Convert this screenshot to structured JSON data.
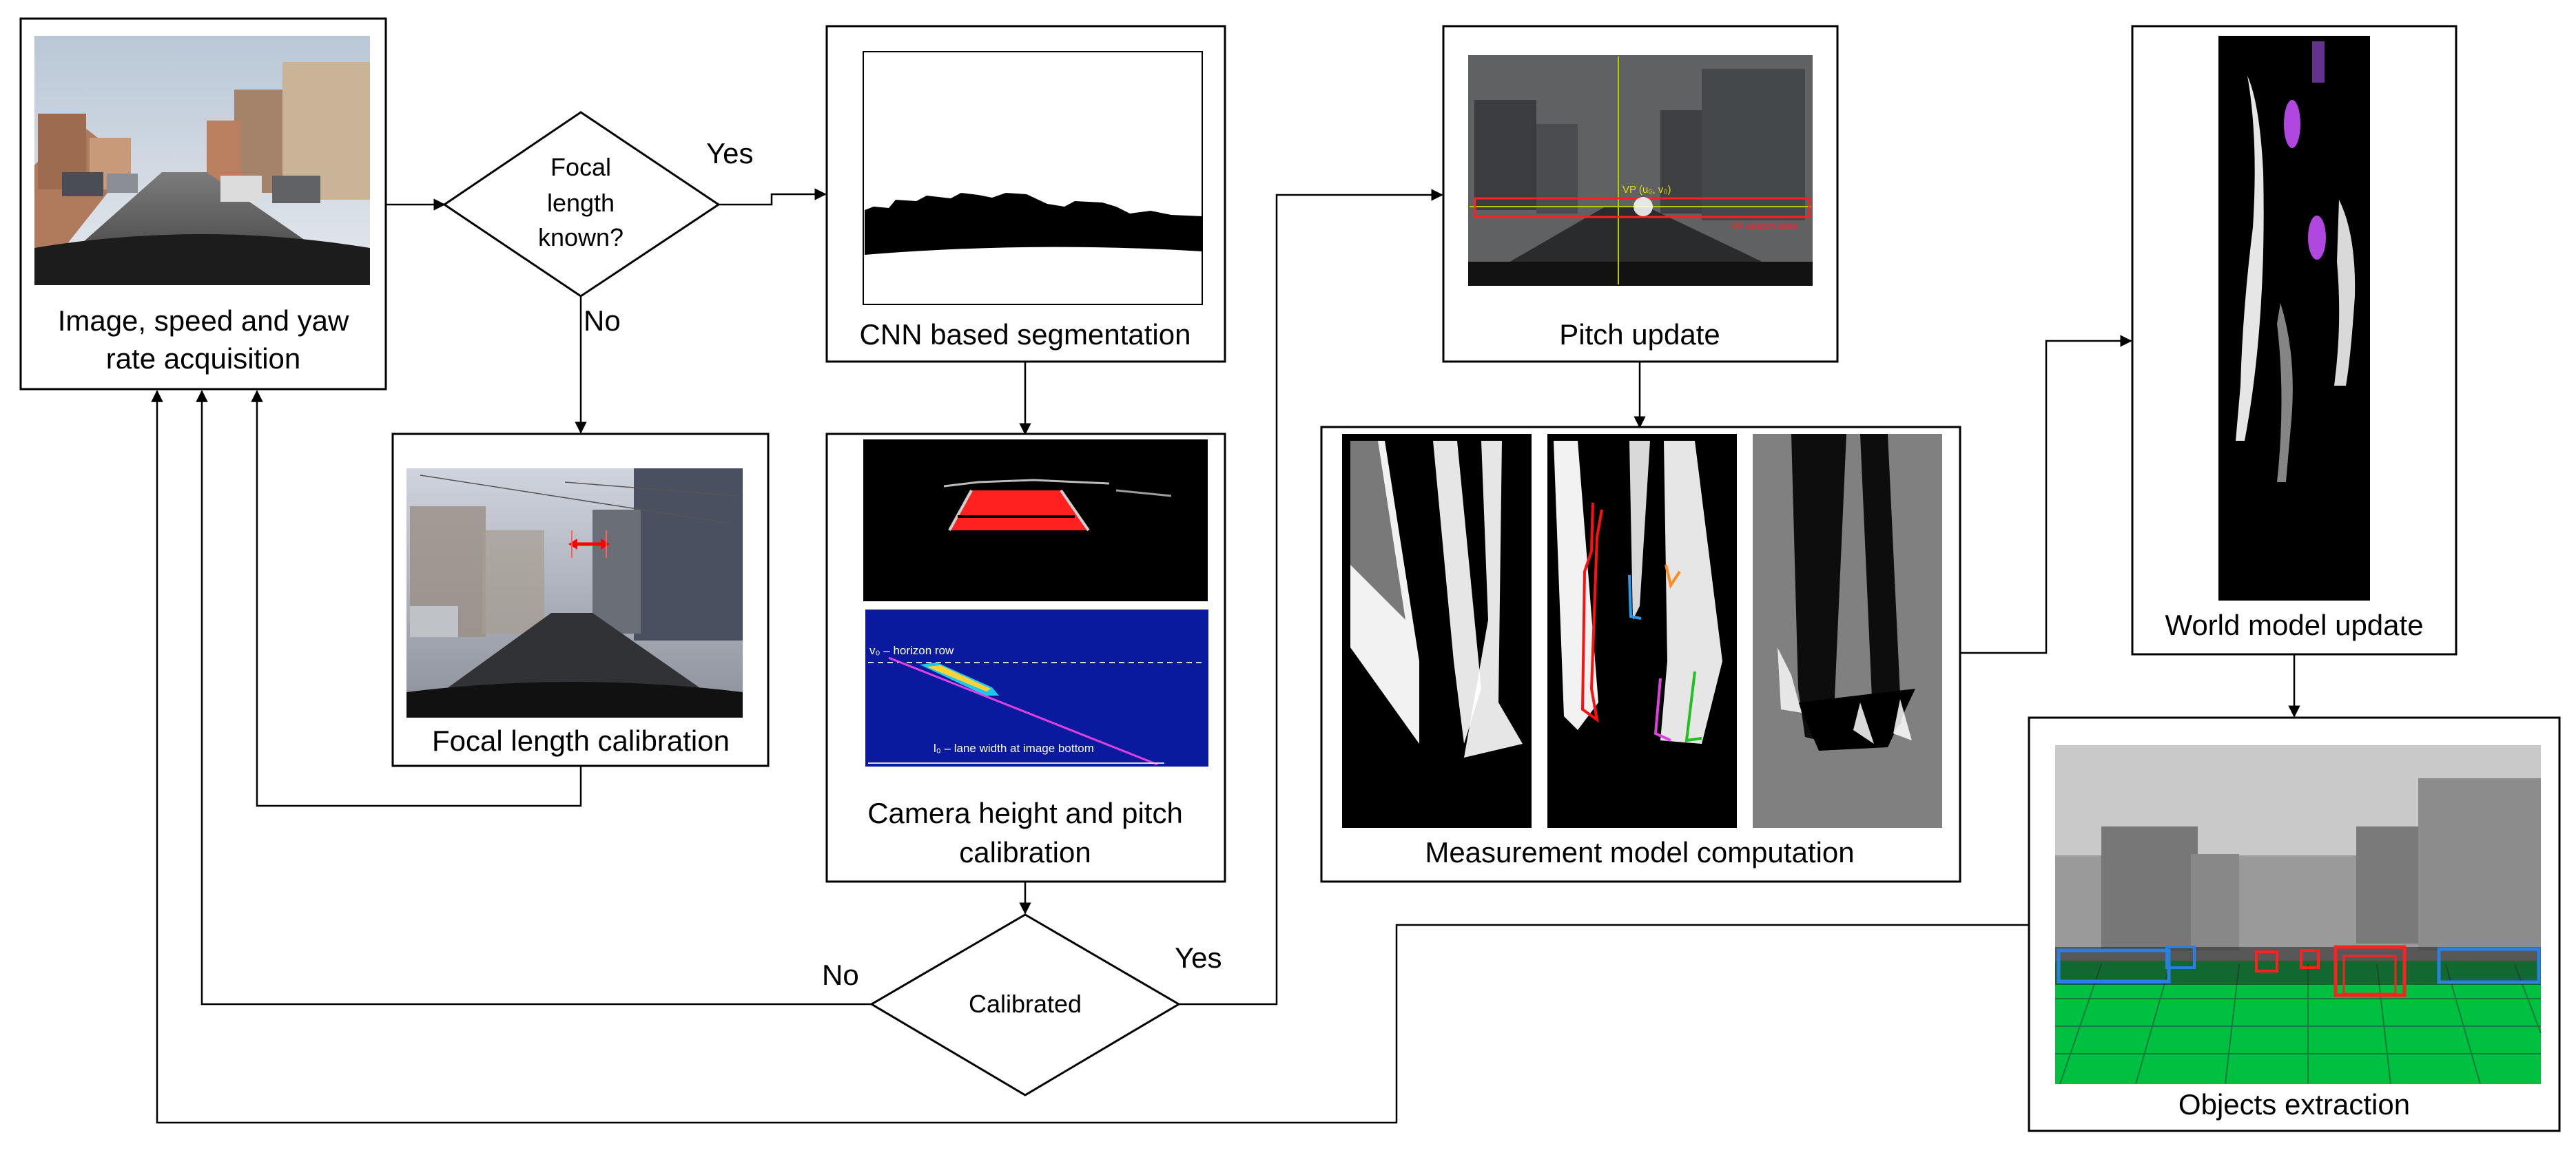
{
  "nodes": {
    "acquisition": "Image, speed and yaw rate acquisition",
    "focal_question": [
      "Focal",
      "length",
      "known?"
    ],
    "segmentation": "CNN based segmentation",
    "focal_calibration": "Focal length calibration",
    "camera_calibration": "Camera height and pitch calibration",
    "calibrated": "Calibrated",
    "pitch_update": "Pitch update",
    "measurement": "Measurement  model computation",
    "world_update": "World model update",
    "objects": "Objects extraction"
  },
  "edges": {
    "focal_yes": "Yes",
    "focal_no": "No",
    "calib_no": "No",
    "calib_yes": "Yes"
  },
  "figure_text": {
    "horizon_row": "v₀ – horizon row",
    "lane_width": "l₀ – lane width at image bottom",
    "vp_label": "VP (u₀, v₀)",
    "vp_search": "VP search area"
  }
}
